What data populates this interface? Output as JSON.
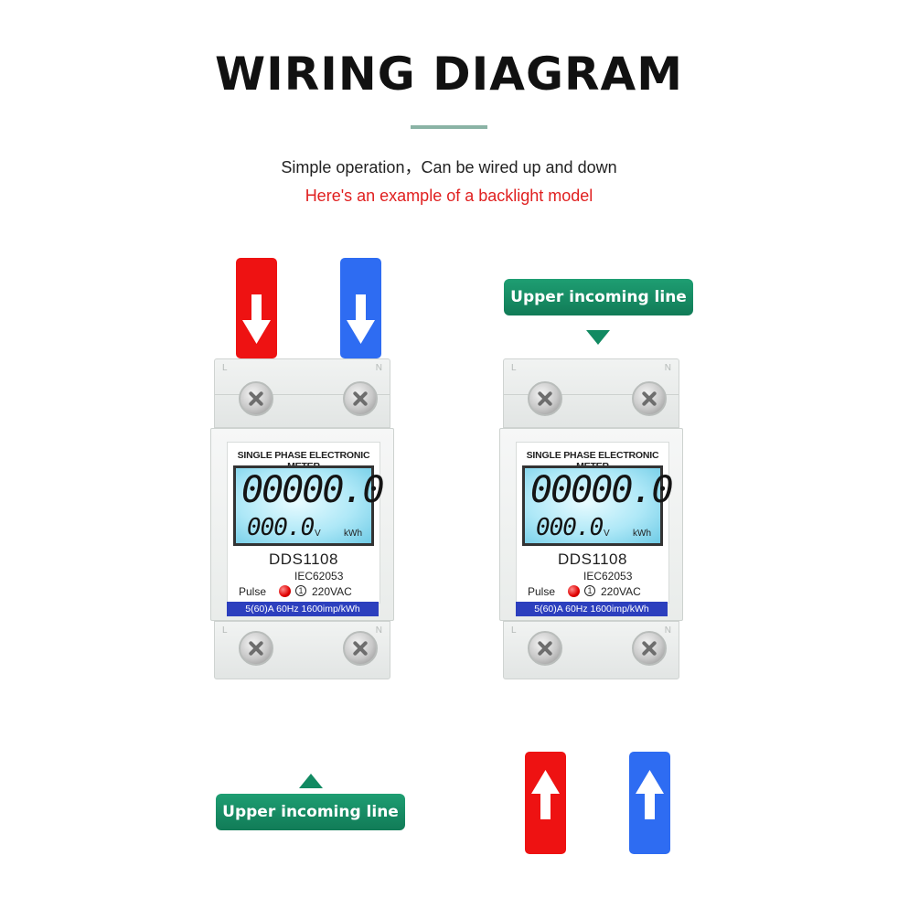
{
  "header": {
    "title": "WIRING DIAGRAM",
    "subtitle": "Simple operation，Can be wired up and down",
    "note": "Here's an example of a backlight model"
  },
  "meter": {
    "name": "SINGLE PHASE ELECTRONIC METER",
    "lcd_main": "00000.0",
    "lcd_small": "000.0",
    "unit_v": "V",
    "unit_kwh": "kWh",
    "model": "DDS1108",
    "standard": "IEC62053",
    "pulse_label": "Pulse",
    "class_mark": "1",
    "voltage": "220VAC",
    "spec": "5(60)A  60Hz  1600imp/kWh",
    "terminal_l": "L",
    "terminal_n": "N"
  },
  "left_diagram": {
    "label": "Upper incoming line"
  },
  "right_diagram": {
    "label": "Upper incoming line"
  },
  "colors": {
    "live_wire": "#ee1212",
    "neutral_wire": "#2e6cf2",
    "label_green": "#128a62",
    "spec_bar": "#2c3fbe"
  },
  "icons": [
    "arrow-down-icon",
    "arrow-up-icon",
    "screw-icon",
    "led-icon",
    "triangle-pointer-icon"
  ]
}
